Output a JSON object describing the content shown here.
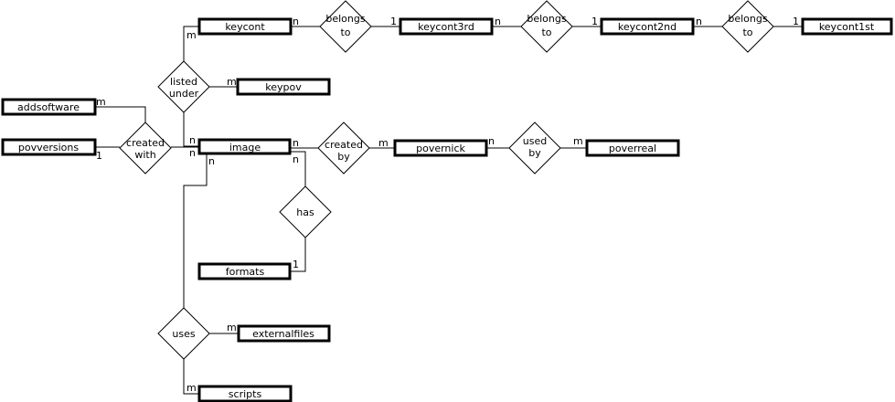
{
  "entities": [
    {
      "id": "keycont",
      "label": "keycont"
    },
    {
      "id": "keycont3rd",
      "label": "keycont3rd"
    },
    {
      "id": "keycont2nd",
      "label": "keycont2nd"
    },
    {
      "id": "keycont1st",
      "label": "keycont1st"
    },
    {
      "id": "keypov",
      "label": "keypov"
    },
    {
      "id": "addsoftware",
      "label": "addsoftware"
    },
    {
      "id": "povversions",
      "label": "povversions"
    },
    {
      "id": "image",
      "label": "image"
    },
    {
      "id": "povernick",
      "label": "povernick"
    },
    {
      "id": "poverreal",
      "label": "poverreal"
    },
    {
      "id": "formats",
      "label": "formats"
    },
    {
      "id": "externalfiles",
      "label": "externalfiles"
    },
    {
      "id": "scripts",
      "label": "scripts"
    }
  ],
  "relationships": [
    {
      "id": "belongs1",
      "line1": "belongs",
      "line2": "to"
    },
    {
      "id": "belongs2",
      "line1": "belongs",
      "line2": "to"
    },
    {
      "id": "belongs3",
      "line1": "belongs",
      "line2": "to"
    },
    {
      "id": "listed",
      "line1": "listed",
      "line2": "under"
    },
    {
      "id": "createdwith",
      "line1": "created",
      "line2": "with"
    },
    {
      "id": "createdby",
      "line1": "created",
      "line2": "by"
    },
    {
      "id": "usedby",
      "line1": "used",
      "line2": "by"
    },
    {
      "id": "has",
      "line1": "has",
      "line2": ""
    },
    {
      "id": "uses",
      "line1": "uses",
      "line2": ""
    }
  ],
  "cardinalities": [
    {
      "id": "c1",
      "text": "n"
    },
    {
      "id": "c2",
      "text": "1"
    },
    {
      "id": "c3",
      "text": "n"
    },
    {
      "id": "c4",
      "text": "1"
    },
    {
      "id": "c5",
      "text": "n"
    },
    {
      "id": "c6",
      "text": "1"
    },
    {
      "id": "c7",
      "text": "m"
    },
    {
      "id": "c8",
      "text": "m"
    },
    {
      "id": "c9",
      "text": "n"
    },
    {
      "id": "c10",
      "text": "m"
    },
    {
      "id": "c11",
      "text": "1"
    },
    {
      "id": "c12",
      "text": "n"
    },
    {
      "id": "c13",
      "text": "n"
    },
    {
      "id": "c14",
      "text": "m"
    },
    {
      "id": "c15",
      "text": "n"
    },
    {
      "id": "c16",
      "text": "m"
    },
    {
      "id": "c17",
      "text": "n"
    },
    {
      "id": "c18",
      "text": "1"
    },
    {
      "id": "c19",
      "text": "n"
    },
    {
      "id": "c20",
      "text": "m"
    },
    {
      "id": "c21",
      "text": "m"
    }
  ]
}
